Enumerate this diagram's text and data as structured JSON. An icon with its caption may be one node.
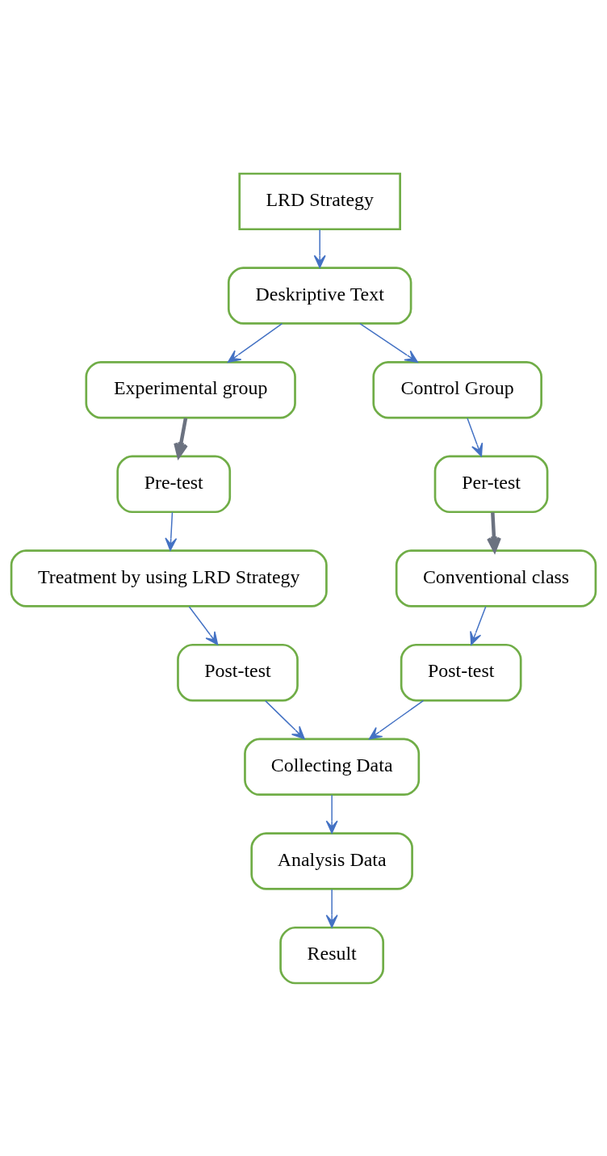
{
  "diagram": {
    "nodes": [
      {
        "text": [
          "LRD Strategy"
        ]
      },
      {
        "text": [
          "Deskriptive Text"
        ]
      },
      {
        "text": [
          "Experimental group"
        ]
      },
      {
        "text": [
          "Control Group"
        ]
      },
      {
        "text": [
          "Pre-test"
        ]
      },
      {
        "text": [
          "Per-test"
        ]
      },
      {
        "text": [
          "Treatment by using LRD Strategy"
        ]
      },
      {
        "text": [
          "Conventional class"
        ]
      },
      {
        "text": [
          "Post-test"
        ]
      },
      {
        "text": [
          "Post-test"
        ]
      },
      {
        "text": [
          "Collecting Data"
        ]
      },
      {
        "text": [
          "Analysis Data"
        ]
      },
      {
        "text": [
          "Result"
        ]
      }
    ],
    "edges": [
      {
        "from": 0,
        "to": 1,
        "arrow": "to"
      },
      {
        "from": 1,
        "to": 2,
        "arrow": "to"
      },
      {
        "from": 1,
        "to": 3,
        "arrow": "to"
      },
      {
        "from": 2,
        "to": 4,
        "arrow": "to",
        "style": "thick",
        "color": "#6b7280"
      },
      {
        "from": 3,
        "to": 5,
        "arrow": "to"
      },
      {
        "from": 4,
        "to": 6,
        "arrow": "to"
      },
      {
        "from": 5,
        "to": 7,
        "arrow": "to",
        "style": "thick",
        "color": "#6b7280"
      },
      {
        "from": 6,
        "to": 8,
        "arrow": "to"
      },
      {
        "from": 7,
        "to": 9,
        "arrow": "to"
      },
      {
        "from": 8,
        "to": 10,
        "arrow": "to"
      },
      {
        "from": 9,
        "to": 10,
        "arrow": "to"
      },
      {
        "from": 10,
        "to": 11,
        "arrow": "to"
      },
      {
        "from": 11,
        "to": 12,
        "arrow": "to"
      }
    ]
  }
}
